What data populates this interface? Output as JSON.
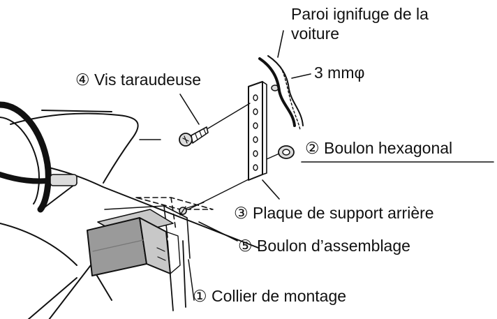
{
  "labels": {
    "firewall_line1": "Paroi ignifuge de la",
    "firewall_line2": "voiture",
    "diameter": "3 mmφ",
    "screw": "④ Vis taraudeuse",
    "hex_bolt": "② Boulon hexagonal",
    "bracket": "③ Plaque de support arrière",
    "assembly_bolt": "⑤ Boulon d’assemblage",
    "sleeve": "① Collier de montage"
  },
  "colors": {
    "ink": "#111111",
    "unit_shade": "#9a9a9a",
    "unit_light": "#c8c8c8",
    "metal": "#dcdcdc"
  }
}
